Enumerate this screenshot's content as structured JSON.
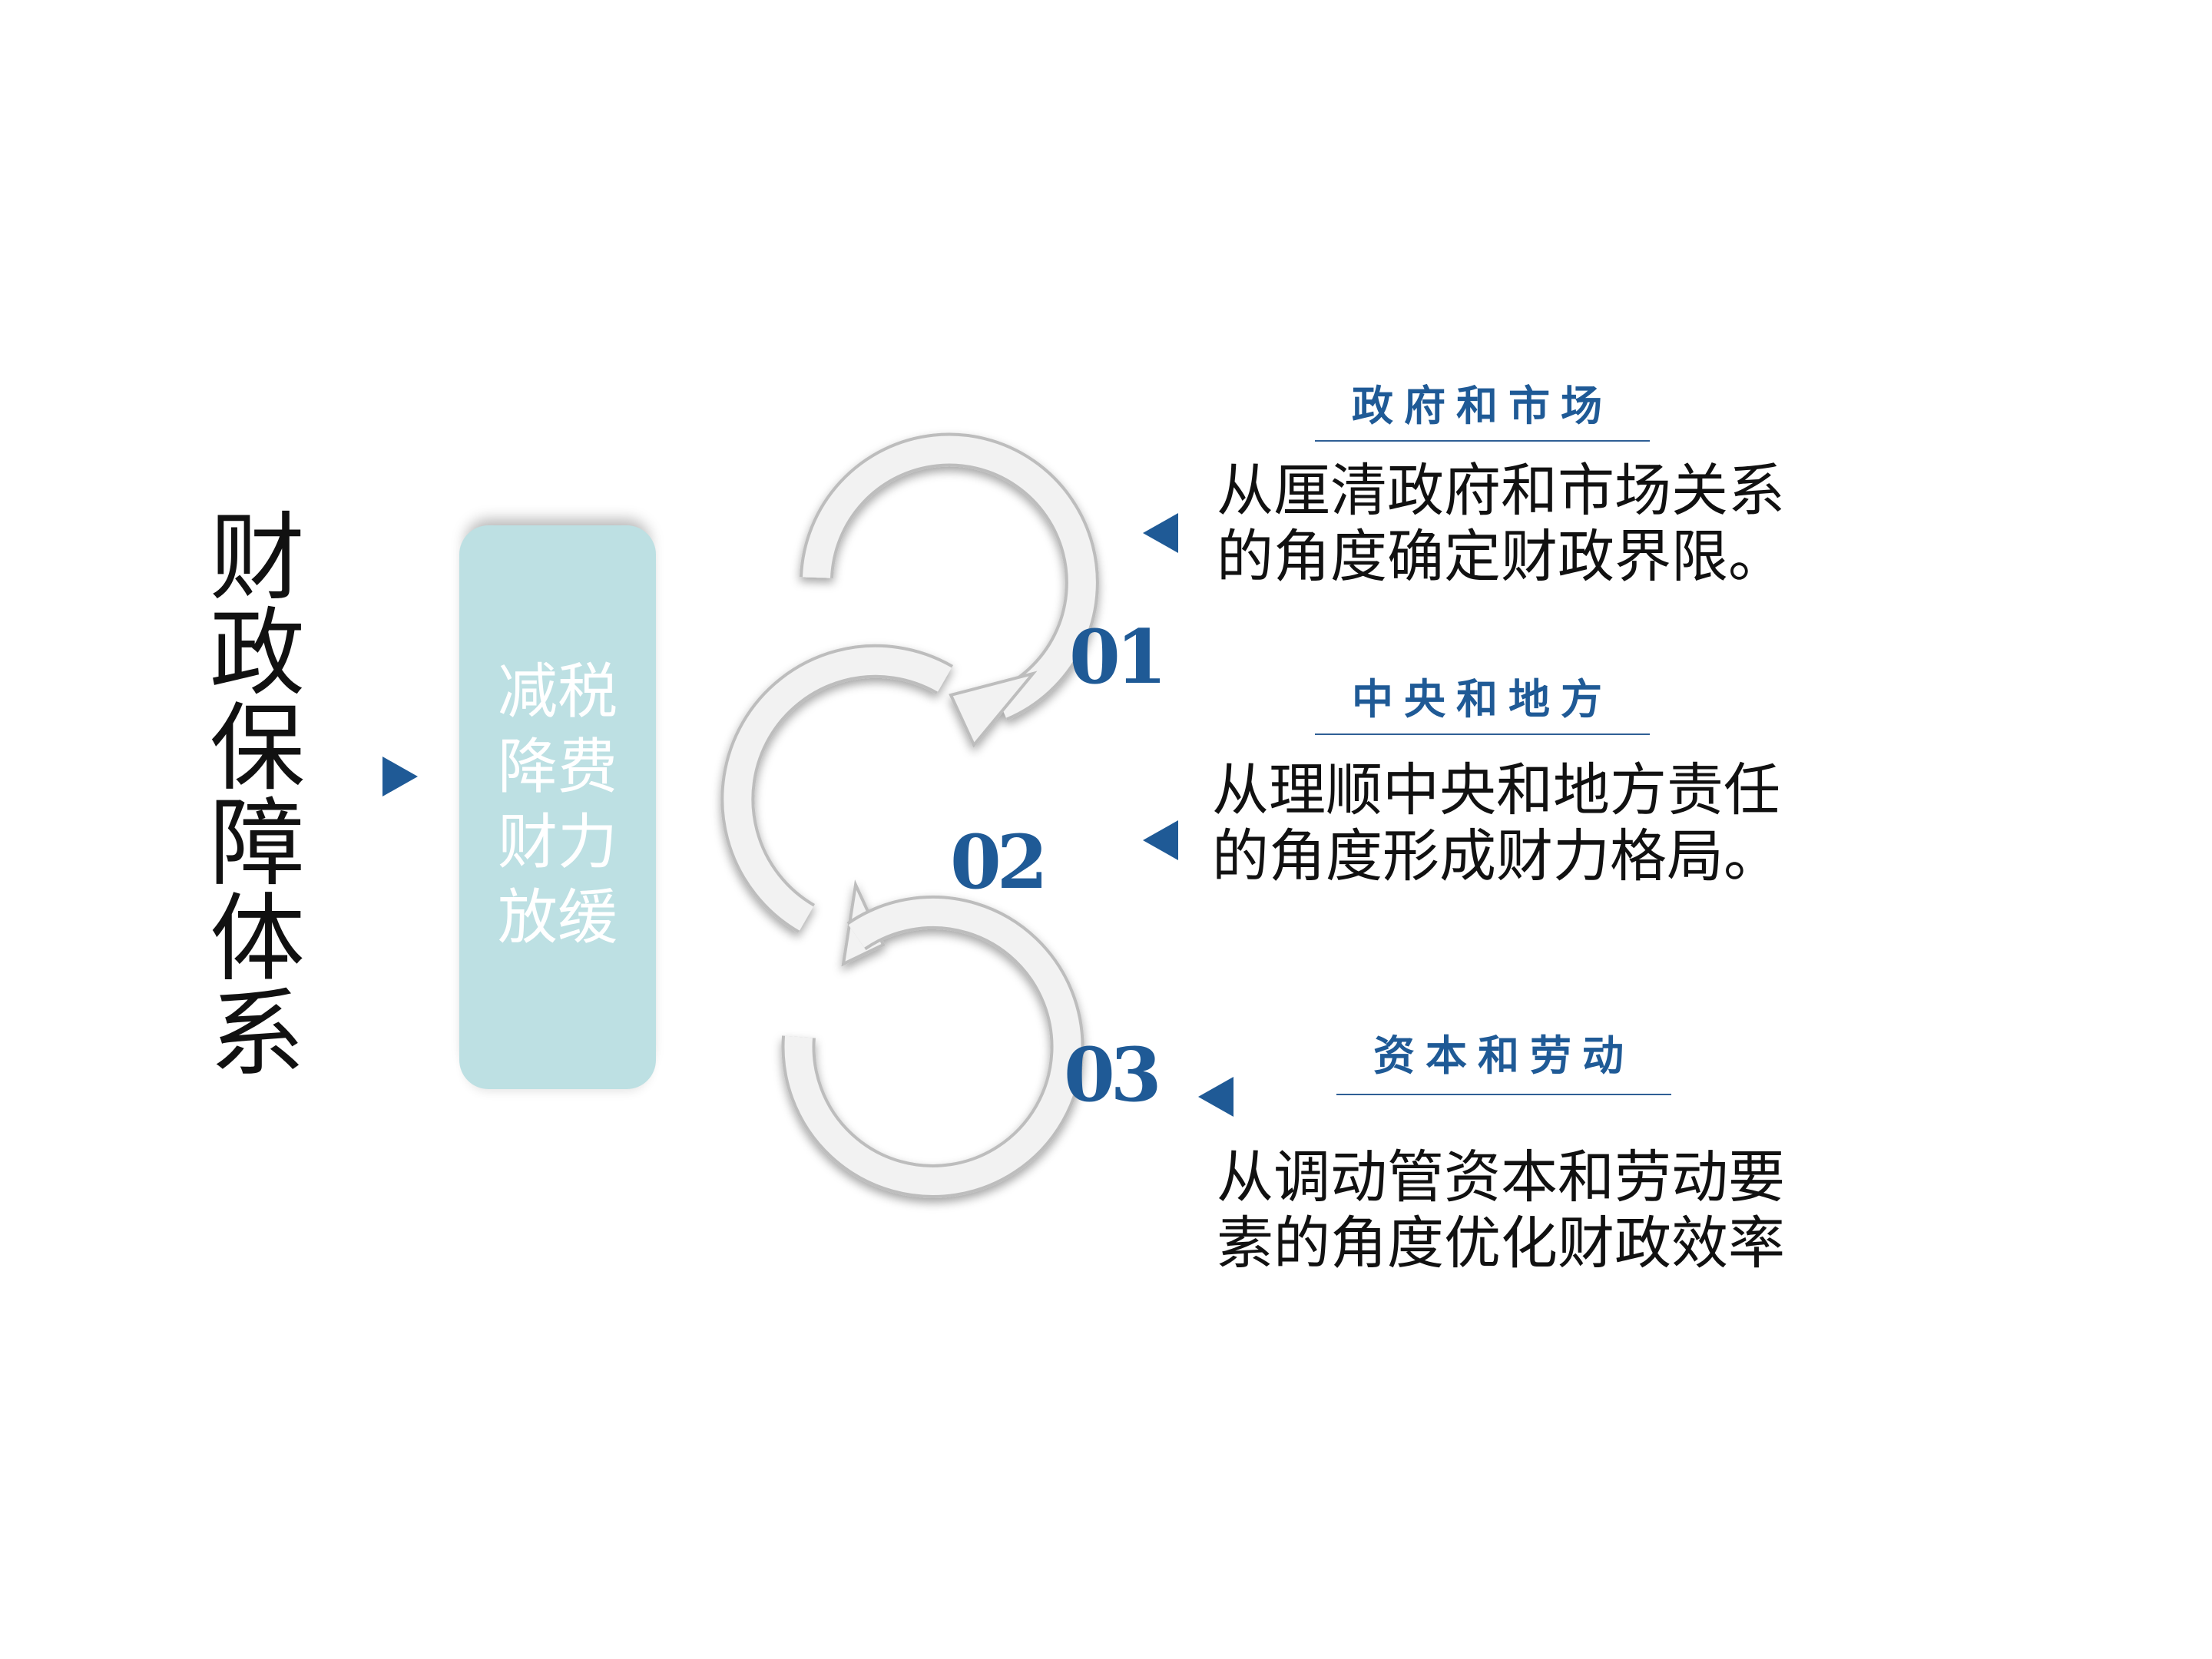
{
  "main_title": "财政保障体系",
  "center_box": {
    "text": "减税降费财力放缓"
  },
  "sections": [
    {
      "number": "01",
      "title": "政府和市场",
      "description_lines": [
        "从厘清政府和市场关系",
        "的角度确定财政界限。"
      ]
    },
    {
      "number": "02",
      "title": "中央和地方",
      "description_lines": [
        "从理顺中央和地方责任",
        "的角度形成财力格局。"
      ]
    },
    {
      "number": "03",
      "title": "资本和劳动",
      "description_lines": [
        "从调动管资本和劳动要",
        "素的角度优化财政效率"
      ]
    }
  ],
  "colors": {
    "accent": "#1f5a96",
    "box_fill": "#bde0e3",
    "text": "#111111",
    "curl": "#eeeeee"
  },
  "icons": [
    "triangle-right-icon",
    "triangle-left-icon",
    "curved-arrow-icon"
  ]
}
